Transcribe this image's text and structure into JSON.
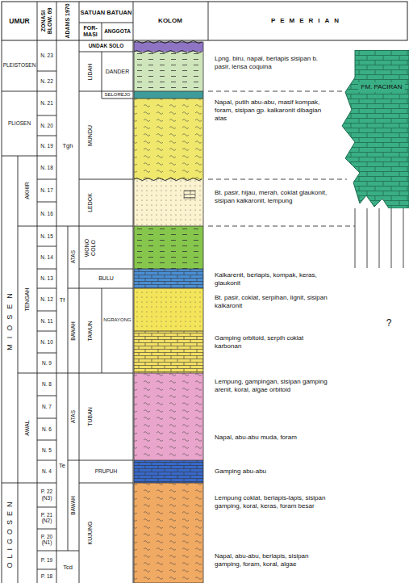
{
  "diagram": {
    "nodes": [
      {
        "text": [
          "FM. PACIRAN"
        ]
      }
    ],
    "labels": [
      "UMUR",
      "ZONASI BLOW. 69",
      "ADAMS 1970",
      "SATUAN BATUAN",
      "FOR- MASI",
      "ANGGOTA",
      "KOLOM",
      "PEMERIAN",
      "PLEISTOSEN",
      "PLIOSEN",
      "MIOSEN",
      "AKHIR",
      "TENGAH",
      "AWAL",
      "OLIGOSEN",
      "N. 23",
      "N. 22",
      "N. 21",
      "N. 20",
      "N. 19",
      "N. 18",
      "N. 17",
      "N. 16",
      "N. 15",
      "N. 14",
      "N. 13",
      "N. 12",
      "N. 11",
      "N. 10",
      "N. 9",
      "N. 8",
      "N. 7",
      "N. 6",
      "N. 5",
      "N. 4",
      "P. 22 (N3)",
      "P. 21 (N2)",
      "P. 20 (N1)",
      "P. 19",
      "P. 18",
      "Tgh",
      "ATAS",
      "Tf",
      "BAWAH",
      "ATAS",
      "Te",
      "BAWAH",
      "Tcd",
      "UNDAK SOLO",
      "LIDAH",
      "DANDER",
      "SELOREJO",
      "MUNDU",
      "LEDOK",
      "WONO COLO",
      "BULU",
      "TAWUN",
      "NGRAYONG",
      "TUBAN",
      "PRUPUH",
      "KUJUNG",
      "Lpng. biru, napal, berlapis sisipan b. pasir, lensa coquina",
      "Napal, putih abu-abu, masif kompak, foram, sisipan gp. kalkaronit dibagian atas",
      "Bt. pasir, hijau, merah, coklat glaukonit, sisipan kalkaronit, lempung",
      "Kalkarenit, berlapis, kompak, keras, glaukonit",
      "Bt. pasir, coklat, serpihan, lignit, sisipan kalkaronit",
      "Gamping orbitoid, serpih coklat karbonan",
      "Lempung, gampingan, sisipan gamping arenit, koral, algae orbitoid",
      "Napal, abu-abu muda, foram",
      "Gamping abu-abu",
      "Lempung coklat, berlapis-lapis, sisipan gamping, koral, keras, foram besar",
      "Napal, abu-abu, berlapis, sisipan gamping, foram, koral, algae",
      "?"
    ]
  }
}
